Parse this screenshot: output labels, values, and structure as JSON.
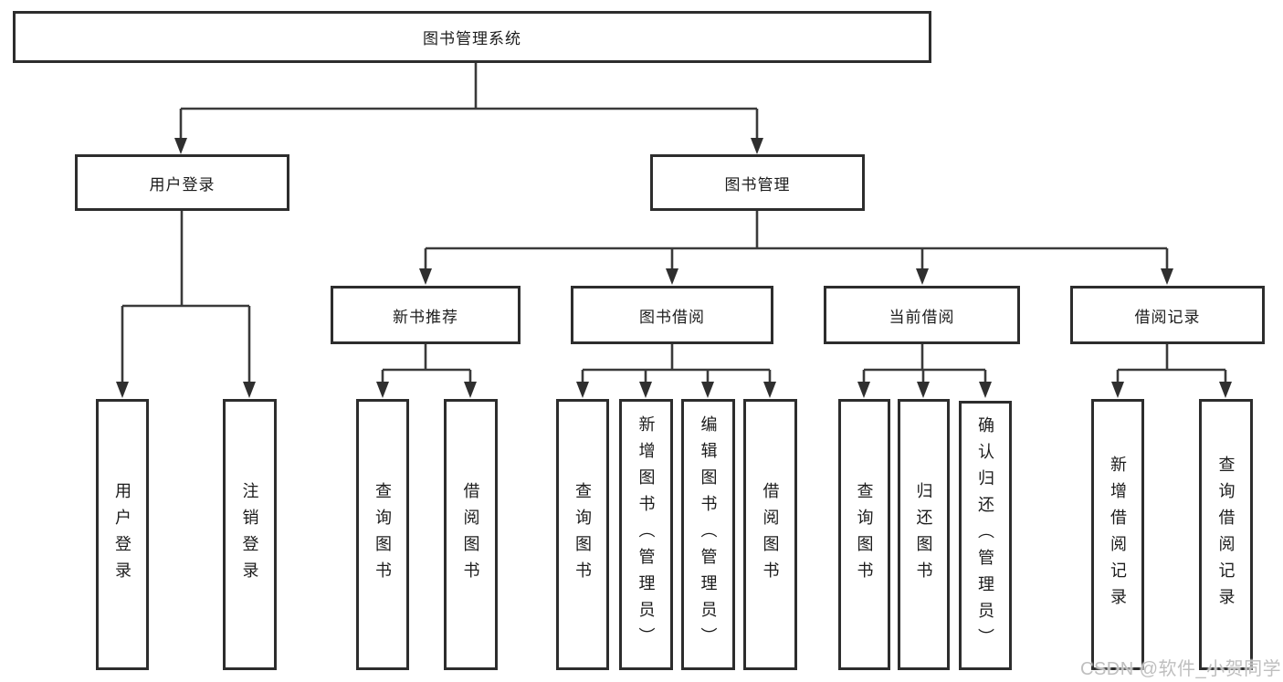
{
  "tree": {
    "root": {
      "label": "图书管理系统",
      "children": [
        {
          "label": "用户登录",
          "children": [
            {
              "label": "用户登录"
            },
            {
              "label": "注销登录"
            }
          ]
        },
        {
          "label": "图书管理",
          "children": [
            {
              "label": "新书推荐",
              "children": [
                {
                  "label": "查询图书"
                },
                {
                  "label": "借阅图书"
                }
              ]
            },
            {
              "label": "图书借阅",
              "children": [
                {
                  "label": "查询图书"
                },
                {
                  "label": "新增图书（管理员）"
                },
                {
                  "label": "编辑图书（管理员）"
                },
                {
                  "label": "借阅图书"
                }
              ]
            },
            {
              "label": "当前借阅",
              "children": [
                {
                  "label": "查询图书"
                },
                {
                  "label": "归还图书"
                },
                {
                  "label": "确认归还（管理员）"
                }
              ]
            },
            {
              "label": "借阅记录",
              "children": [
                {
                  "label": "新增借阅记录"
                },
                {
                  "label": "查询借阅记录"
                }
              ]
            }
          ]
        }
      ]
    }
  },
  "watermark": {
    "text": "CSDN @软件_小贺同学"
  },
  "colors": {
    "line": "#3a3a3a",
    "box_border": "#2d2d2d",
    "text": "#1c1c1c",
    "watermark": "#bfbfbf",
    "background": "#ffffff"
  }
}
